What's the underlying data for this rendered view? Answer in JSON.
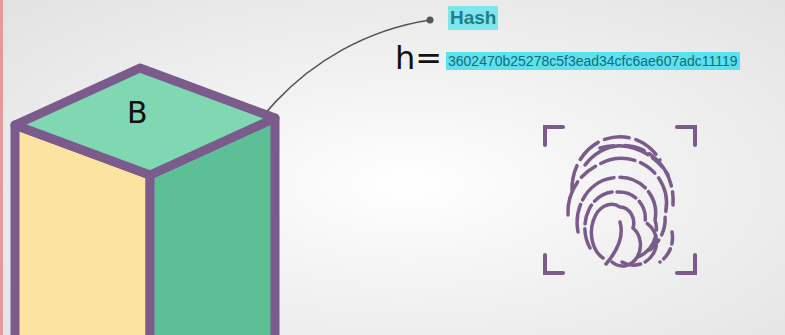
{
  "diagram": {
    "nodes": [
      {
        "text": [
          "B"
        ]
      }
    ],
    "labels": [
      "Hash",
      "h=",
      "3602470b25278c5f3ead34cfc6ae607adc11119"
    ]
  }
}
